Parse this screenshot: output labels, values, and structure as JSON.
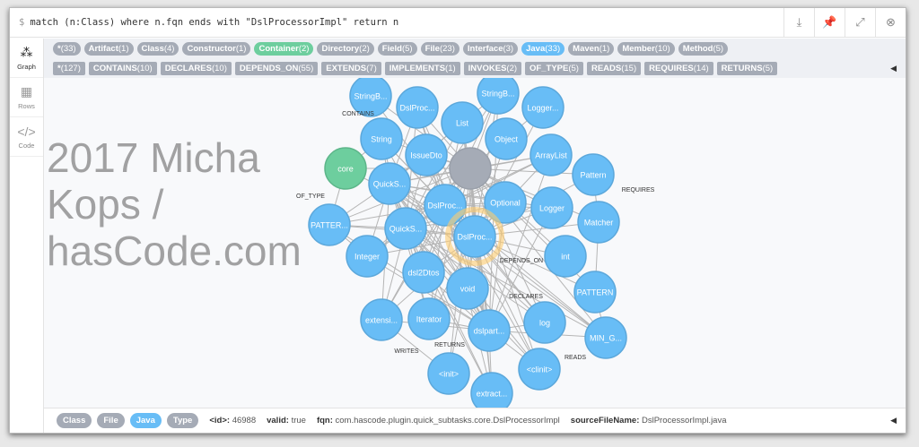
{
  "query": {
    "prompt": "$",
    "text": "match (n:Class) where n.fqn ends with \"DslProcessorImpl\" return n"
  },
  "toolbar": [
    {
      "icon": "download-icon",
      "glyph": "⤓"
    },
    {
      "icon": "pin-icon",
      "glyph": "📌"
    },
    {
      "icon": "expand-icon",
      "glyph": "⤢"
    },
    {
      "icon": "close-icon",
      "glyph": "⊗"
    }
  ],
  "sidebar": [
    {
      "label": "Graph",
      "icon": "graph-icon",
      "glyph": "⁂"
    },
    {
      "label": "Rows",
      "icon": "table-icon",
      "glyph": "▦"
    },
    {
      "label": "Code",
      "icon": "code-icon",
      "glyph": "</>"
    }
  ],
  "labels": [
    {
      "name": "*",
      "count": "(33)"
    },
    {
      "name": "Artifact",
      "count": "(1)"
    },
    {
      "name": "Class",
      "count": "(4)"
    },
    {
      "name": "Constructor",
      "count": "(1)"
    },
    {
      "name": "Container",
      "count": "(2)",
      "color": "#6dce9e"
    },
    {
      "name": "Directory",
      "count": "(2)"
    },
    {
      "name": "Field",
      "count": "(5)"
    },
    {
      "name": "File",
      "count": "(23)"
    },
    {
      "name": "Interface",
      "count": "(3)"
    },
    {
      "name": "Java",
      "count": "(33)",
      "color": "#68bdf6"
    },
    {
      "name": "Maven",
      "count": "(1)"
    },
    {
      "name": "Member",
      "count": "(10)"
    },
    {
      "name": "Method",
      "count": "(5)"
    }
  ],
  "relationships": [
    {
      "name": "*",
      "count": "(127)"
    },
    {
      "name": "CONTAINS",
      "count": "(10)"
    },
    {
      "name": "DECLARES",
      "count": "(10)"
    },
    {
      "name": "DEPENDS_ON",
      "count": "(55)"
    },
    {
      "name": "EXTENDS",
      "count": "(7)"
    },
    {
      "name": "IMPLEMENTS",
      "count": "(1)"
    },
    {
      "name": "INVOKES",
      "count": "(2)"
    },
    {
      "name": "OF_TYPE",
      "count": "(5)"
    },
    {
      "name": "READS",
      "count": "(15)"
    },
    {
      "name": "REQUIRES",
      "count": "(14)"
    },
    {
      "name": "RETURNS",
      "count": "(5)"
    }
  ],
  "graph": {
    "nodes": [
      "StringB...",
      "StringB...",
      "DslProc...",
      "Logger...",
      "List",
      "String",
      "Object",
      "IssueDto",
      "ArrayList",
      "core",
      "",
      "QuickS...",
      "Pattern",
      "Optional",
      "Logger",
      "DslProc...",
      "PATTER...",
      "QuickS...",
      "Matcher",
      "DslProc...",
      "Integer",
      "int",
      "dsl2Dtos",
      "void",
      "PATTERN",
      "extensi...",
      "Iterator",
      "dslpart...",
      "log",
      "MIN_G...",
      "<init>",
      "<clinit>",
      "extract..."
    ],
    "node_colors": {
      "default": "#68bdf6",
      "container": "#6dce9e",
      "unlabeled": "#a5abb6",
      "selected_ring": "#fdcc6f"
    },
    "edge_labels": [
      "CONTAINS",
      "DEPENDS_ON",
      "REQUIRES",
      "DECLARES",
      "READS",
      "WRITES",
      "RETURNS",
      "OF_TYPE"
    ]
  },
  "footer": {
    "tags": [
      {
        "name": "Class"
      },
      {
        "name": "File"
      },
      {
        "name": "Java",
        "color": "#68bdf6"
      },
      {
        "name": "Type"
      }
    ],
    "props": [
      {
        "key": "<id>:",
        "value": "46988"
      },
      {
        "key": "valid:",
        "value": "true"
      },
      {
        "key": "fqn:",
        "value": "com.hascode.plugin.quick_subtasks.core.DslProcessorImpl"
      },
      {
        "key": "sourceFileName:",
        "value": "DslProcessorImpl.java"
      }
    ]
  },
  "watermark": "2017 Micha Kops / hasCode.com"
}
